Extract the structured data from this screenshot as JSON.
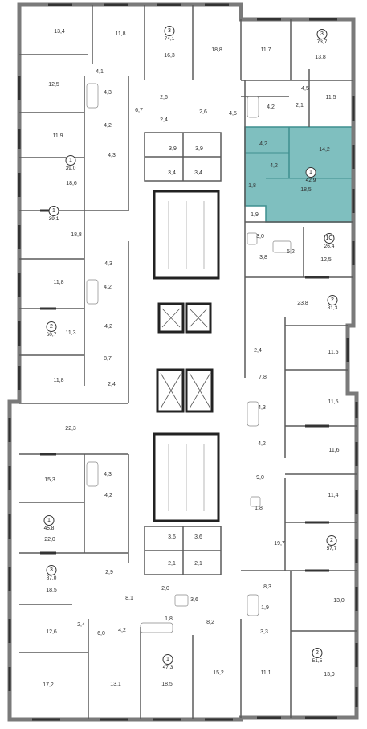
{
  "colors": {
    "wall": "#4a4a4a",
    "outer": "#7a7a7a",
    "highlight": "#7fbfbf",
    "line": "#9a9a9a"
  },
  "labels": [
    {
      "id": "r1",
      "t": "13,4"
    },
    {
      "id": "r2",
      "t": "11,8"
    },
    {
      "id": "r3",
      "t": "16,3"
    },
    {
      "id": "r4",
      "t": "18,8"
    },
    {
      "id": "r5",
      "t": "11,7"
    },
    {
      "id": "r6",
      "t": "13,8"
    },
    {
      "id": "r7",
      "t": "4,1"
    },
    {
      "id": "r8",
      "t": "12,5"
    },
    {
      "id": "r9",
      "t": "4,3"
    },
    {
      "id": "r10",
      "t": "6,7"
    },
    {
      "id": "r11",
      "t": "2,6"
    },
    {
      "id": "r12",
      "t": "2,6"
    },
    {
      "id": "r13",
      "t": "4,5"
    },
    {
      "id": "r14",
      "t": "4,2"
    },
    {
      "id": "r15",
      "t": "2,1"
    },
    {
      "id": "r16",
      "t": "11,5"
    },
    {
      "id": "r17",
      "t": "4,2"
    },
    {
      "id": "r18",
      "t": "2,4"
    },
    {
      "id": "r19",
      "t": "4,5"
    },
    {
      "id": "r20",
      "t": "11,9"
    },
    {
      "id": "r21",
      "t": "4,2"
    },
    {
      "id": "r22",
      "t": "14,2"
    },
    {
      "id": "r23",
      "t": "3,9"
    },
    {
      "id": "r24",
      "t": "3,9"
    },
    {
      "id": "r25",
      "t": "4,3"
    },
    {
      "id": "r26",
      "t": "4,2"
    },
    {
      "id": "r27",
      "t": "3,4"
    },
    {
      "id": "r28",
      "t": "3,4"
    },
    {
      "id": "r29",
      "t": "18,6"
    },
    {
      "id": "r30",
      "t": "1,8"
    },
    {
      "id": "r31",
      "t": "18,5"
    },
    {
      "id": "r32",
      "t": "1,9"
    },
    {
      "id": "r33",
      "t": "18,8"
    },
    {
      "id": "r34",
      "t": "3,0"
    },
    {
      "id": "r35",
      "t": "5,2"
    },
    {
      "id": "r36",
      "t": "3,8"
    },
    {
      "id": "r37",
      "t": "12,5"
    },
    {
      "id": "r38",
      "t": "4,3"
    },
    {
      "id": "r39",
      "t": "11,8"
    },
    {
      "id": "r40",
      "t": "4,2"
    },
    {
      "id": "r41",
      "t": "23,8"
    },
    {
      "id": "r42",
      "t": "11,3"
    },
    {
      "id": "r43",
      "t": "4,2"
    },
    {
      "id": "r44",
      "t": "8,7"
    },
    {
      "id": "r45",
      "t": "2,4"
    },
    {
      "id": "r46",
      "t": "11,5"
    },
    {
      "id": "r47",
      "t": "11,8"
    },
    {
      "id": "r48",
      "t": "7,8"
    },
    {
      "id": "r49",
      "t": "2,4"
    },
    {
      "id": "r50",
      "t": "11,5"
    },
    {
      "id": "r51",
      "t": "4,3"
    },
    {
      "id": "r52",
      "t": "22,3"
    },
    {
      "id": "r53",
      "t": "4,2"
    },
    {
      "id": "r54",
      "t": "11,6"
    },
    {
      "id": "r55",
      "t": "15,3"
    },
    {
      "id": "r56",
      "t": "4,3"
    },
    {
      "id": "r57",
      "t": "9,0"
    },
    {
      "id": "r58",
      "t": "11,4"
    },
    {
      "id": "r59",
      "t": "4,2"
    },
    {
      "id": "r60",
      "t": "1,8"
    },
    {
      "id": "r61",
      "t": "22,0"
    },
    {
      "id": "r62",
      "t": "3,6"
    },
    {
      "id": "r63",
      "t": "3,6"
    },
    {
      "id": "r64",
      "t": "19,7"
    },
    {
      "id": "r65",
      "t": "2,1"
    },
    {
      "id": "r66",
      "t": "2,1"
    },
    {
      "id": "r67",
      "t": "18,5"
    },
    {
      "id": "r68",
      "t": "2,9"
    },
    {
      "id": "r69",
      "t": "2,0"
    },
    {
      "id": "r70",
      "t": "8,3"
    },
    {
      "id": "r71",
      "t": "13,0"
    },
    {
      "id": "r72",
      "t": "8,1"
    },
    {
      "id": "r73",
      "t": "3,6"
    },
    {
      "id": "r74",
      "t": "1,9"
    },
    {
      "id": "r75",
      "t": "2,4"
    },
    {
      "id": "r76",
      "t": "12,6"
    },
    {
      "id": "r77",
      "t": "1,8"
    },
    {
      "id": "r78",
      "t": "8,2"
    },
    {
      "id": "r79",
      "t": "6,0"
    },
    {
      "id": "r80",
      "t": "4,2"
    },
    {
      "id": "r81",
      "t": "3,3"
    },
    {
      "id": "r82",
      "t": "17,2"
    },
    {
      "id": "r83",
      "t": "13,1"
    },
    {
      "id": "r84",
      "t": "18,5"
    },
    {
      "id": "r85",
      "t": "15,2"
    },
    {
      "id": "r86",
      "t": "11,1"
    },
    {
      "id": "r87",
      "t": "13,9"
    }
  ],
  "badges": [
    {
      "id": "b1",
      "n": "3",
      "a": "74,1"
    },
    {
      "id": "b2",
      "n": "3",
      "a": "73,7"
    },
    {
      "id": "b3",
      "n": "1",
      "a": "39,0"
    },
    {
      "id": "b4",
      "n": "1",
      "a": "42,9"
    },
    {
      "id": "b5",
      "n": "1",
      "a": "39,1"
    },
    {
      "id": "b6",
      "n": "1С",
      "a": "26,4"
    },
    {
      "id": "b7",
      "n": "2",
      "a": "81,3"
    },
    {
      "id": "b8",
      "n": "2",
      "a": "60,7"
    },
    {
      "id": "b9",
      "n": "1",
      "a": "45,8"
    },
    {
      "id": "b10",
      "n": "2",
      "a": "57,7"
    },
    {
      "id": "b11",
      "n": "3",
      "a": "87,0"
    },
    {
      "id": "b12",
      "n": "2",
      "a": "51,5"
    },
    {
      "id": "b13",
      "n": "1",
      "a": "47,3"
    }
  ]
}
